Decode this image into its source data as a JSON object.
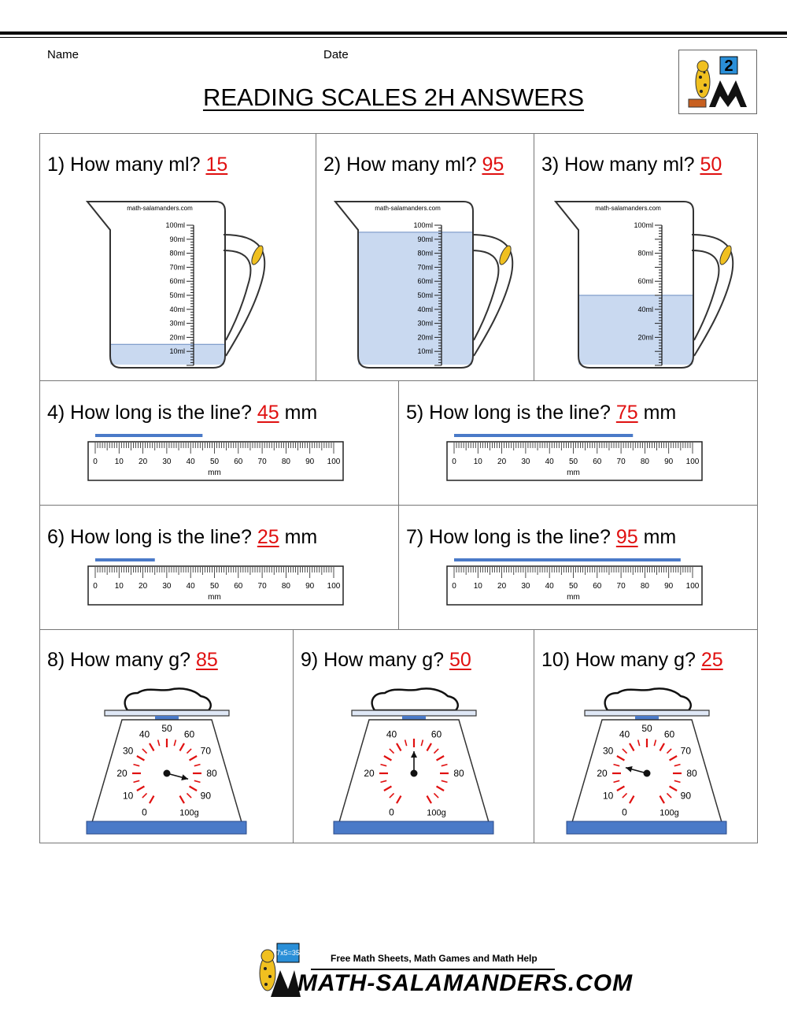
{
  "header": {
    "name_label": "Name",
    "date_label": "Date",
    "title": "READING SCALES 2H ANSWERS",
    "logo_grade": "2"
  },
  "questions": [
    {
      "label": "1) How many ml?",
      "answer": "15",
      "unit": ""
    },
    {
      "label": "2) How many ml?",
      "answer": "95",
      "unit": ""
    },
    {
      "label": "3) How many ml?",
      "answer": "50",
      "unit": ""
    },
    {
      "label": "4) How long is the line?",
      "answer": "45",
      "unit": "mm"
    },
    {
      "label": "5) How long is the line?",
      "answer": "75",
      "unit": "mm"
    },
    {
      "label": "6) How long is the line?",
      "answer": "25",
      "unit": "mm"
    },
    {
      "label": "7) How long is the line?",
      "answer": "95",
      "unit": "mm"
    },
    {
      "label": "8) How many g?",
      "answer": "85",
      "unit": ""
    },
    {
      "label": "9) How many g?",
      "answer": "50",
      "unit": ""
    },
    {
      "label": "10) How many g?",
      "answer": "25",
      "unit": ""
    }
  ],
  "jugs": [
    {
      "site": "math-salamanders.com",
      "fill_ml": 15,
      "labels": [
        "10ml",
        "20ml",
        "30ml",
        "40ml",
        "50ml",
        "60ml",
        "70ml",
        "80ml",
        "90ml",
        "100ml"
      ]
    },
    {
      "site": "math-salamanders.com",
      "fill_ml": 95,
      "labels": [
        "10ml",
        "20ml",
        "30ml",
        "40ml",
        "50ml",
        "60ml",
        "70ml",
        "80ml",
        "90ml",
        "100ml"
      ]
    },
    {
      "site": "math-salamanders.com",
      "fill_ml": 50,
      "labels": [
        "20ml",
        "40ml",
        "60ml",
        "80ml",
        "100ml"
      ]
    }
  ],
  "rulers": {
    "tick_labels": [
      "0",
      "10",
      "20",
      "30",
      "40",
      "50",
      "60",
      "70",
      "80",
      "90",
      "100"
    ],
    "unit_label": "mm",
    "line_lengths_mm": [
      45,
      75,
      25,
      95
    ]
  },
  "scales": [
    {
      "labels": [
        "0",
        "10",
        "20",
        "30",
        "40",
        "50",
        "60",
        "70",
        "80",
        "90",
        "100g"
      ],
      "reading_g": 85
    },
    {
      "labels": [
        "0",
        "20",
        "40",
        "60",
        "80",
        "100g"
      ],
      "reading_g": 50
    },
    {
      "labels": [
        "0",
        "10",
        "20",
        "30",
        "40",
        "50",
        "60",
        "70",
        "80",
        "90",
        "100g"
      ],
      "reading_g": 25
    }
  ],
  "footer": {
    "tagline": "Free Math Sheets, Math Games and Math Help",
    "brand": "MATH-SALAMANDERS.COM",
    "sign_text": "7x5=35"
  },
  "colors": {
    "answer": "#e01010",
    "line": "#4a7ac8",
    "liquid": "#c9d9f0",
    "scale_base": "#4a7ac8",
    "dial_tick": "#e01010"
  }
}
